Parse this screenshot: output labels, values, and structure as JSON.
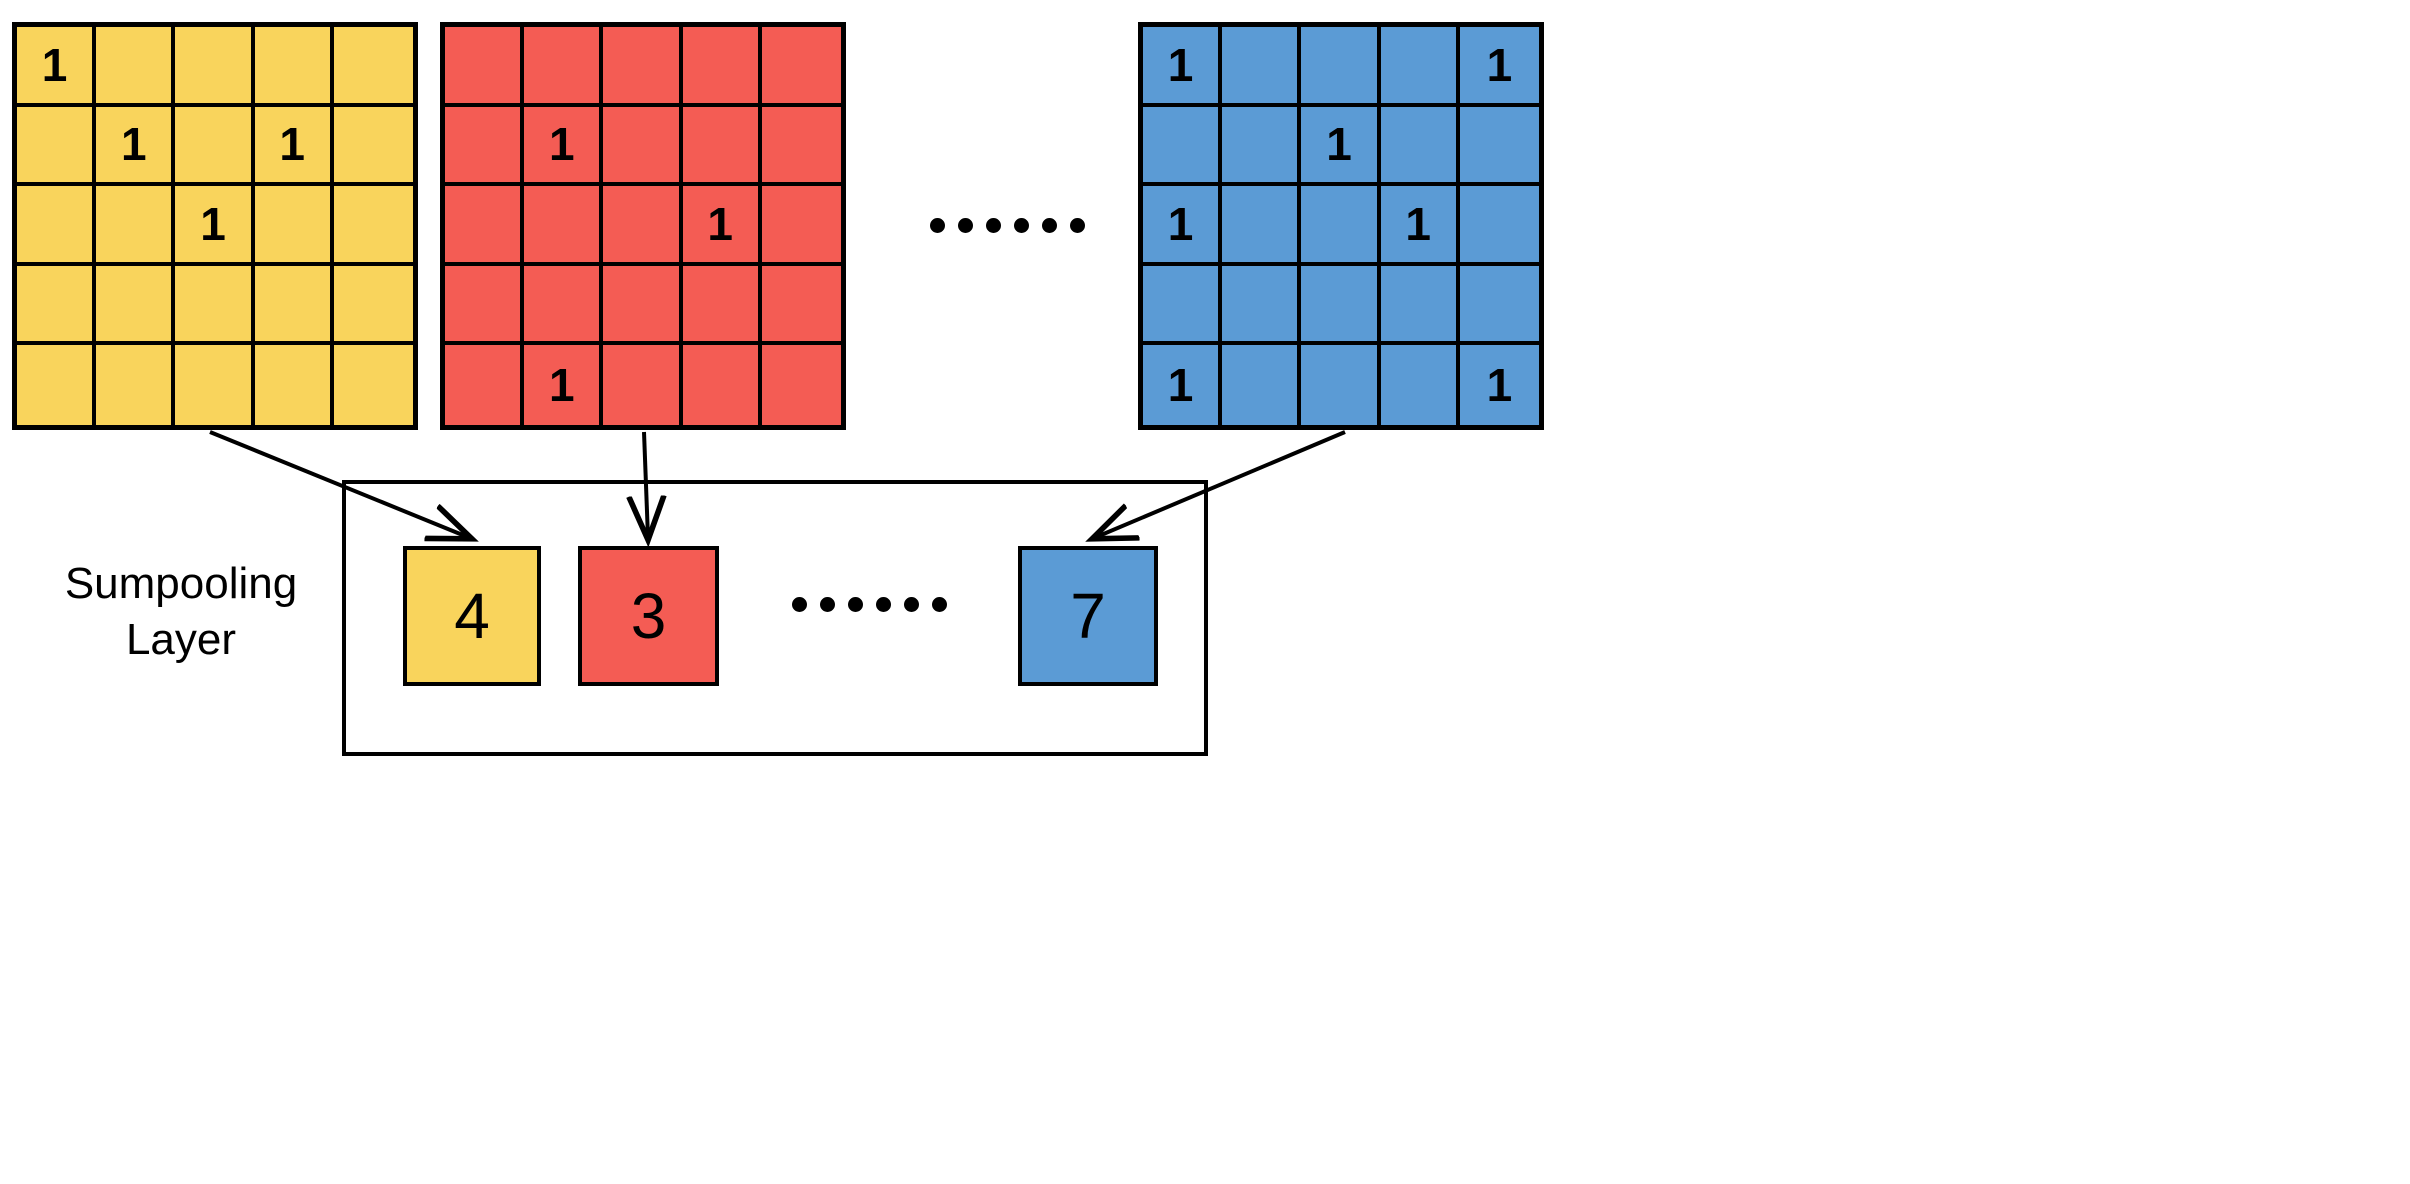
{
  "diagram": {
    "title": "Sumpooling Layer",
    "pool_label_line1": "Sumpooling",
    "pool_label_line2": "Layer",
    "ellipsis_dot_count": 6,
    "colors": {
      "yellow": "#F9D45C",
      "red": "#F45C54",
      "blue": "#5B9BD5",
      "stroke": "#000000",
      "background": "#FFFFFF"
    }
  },
  "feature_maps": [
    {
      "name": "yellow-feature-map",
      "color": "#F9D45C",
      "rows": 5,
      "cols": 5,
      "cells": [
        [
          "1",
          "",
          "",
          "",
          ""
        ],
        [
          "",
          "1",
          "",
          "1",
          ""
        ],
        [
          "",
          "",
          "1",
          "",
          ""
        ],
        [
          "",
          "",
          "",
          "",
          ""
        ],
        [
          "",
          "",
          "",
          "",
          ""
        ]
      ],
      "sum": "4"
    },
    {
      "name": "red-feature-map",
      "color": "#F45C54",
      "rows": 5,
      "cols": 5,
      "cells": [
        [
          "",
          "",
          "",
          "",
          ""
        ],
        [
          "",
          "1",
          "",
          "",
          ""
        ],
        [
          "",
          "",
          "",
          "1",
          ""
        ],
        [
          "",
          "",
          "",
          "",
          ""
        ],
        [
          "",
          "1",
          "",
          "",
          ""
        ]
      ],
      "sum": "3"
    },
    {
      "name": "blue-feature-map",
      "color": "#5B9BD5",
      "rows": 5,
      "cols": 5,
      "cells": [
        [
          "1",
          "",
          "",
          "",
          "1"
        ],
        [
          "",
          "",
          "1",
          "",
          ""
        ],
        [
          "1",
          "",
          "",
          "1",
          ""
        ],
        [
          "",
          "",
          "",
          "",
          ""
        ],
        [
          "1",
          "",
          "",
          "",
          "1"
        ]
      ],
      "sum": "7"
    }
  ],
  "pooling_outputs": [
    {
      "name": "pool-output-yellow",
      "value": "4",
      "color": "#F9D45C"
    },
    {
      "name": "pool-output-red",
      "value": "3",
      "color": "#F45C54"
    },
    {
      "name": "pool-output-blue",
      "value": "7",
      "color": "#5B9BD5"
    }
  ]
}
